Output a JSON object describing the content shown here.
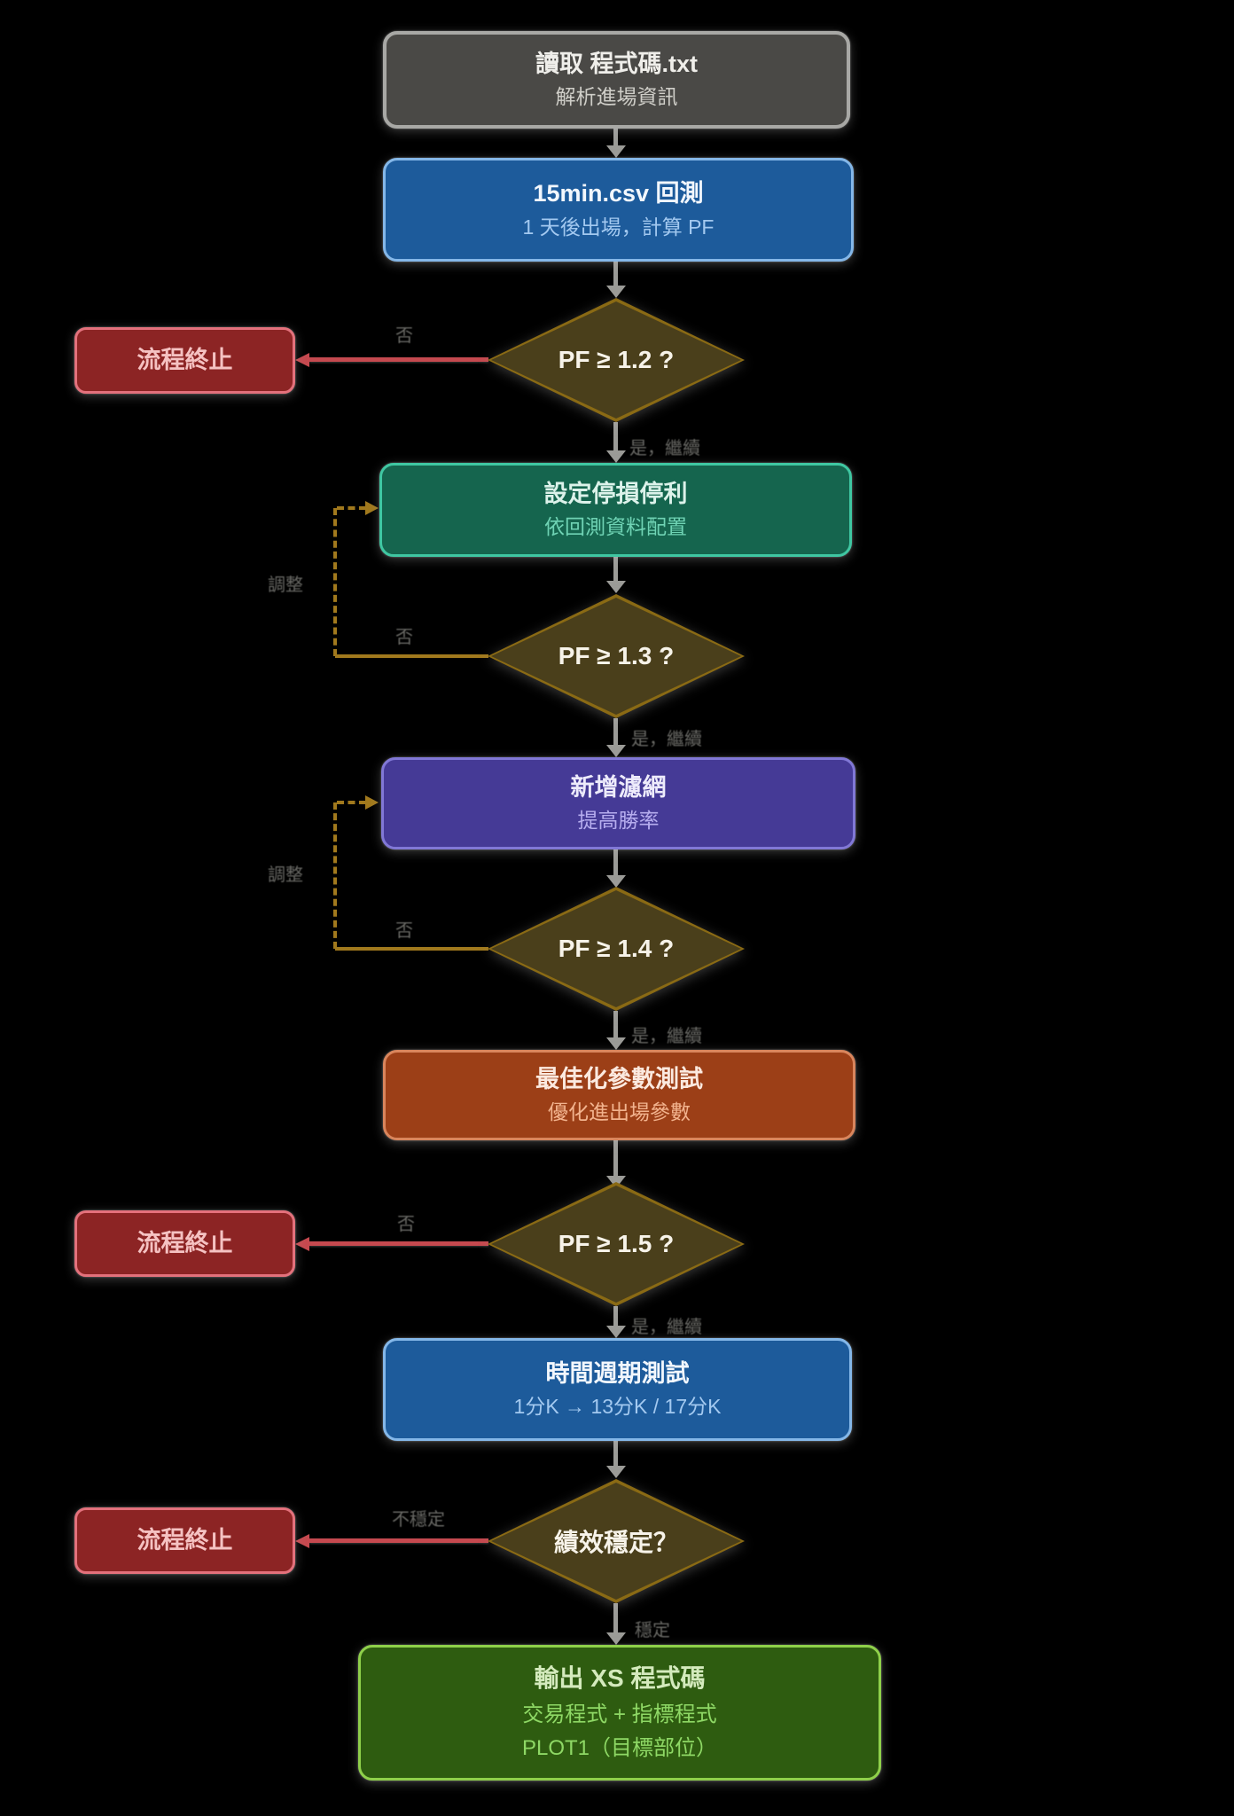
{
  "nodes": {
    "read": {
      "title": "讀取 程式碼.txt",
      "subtitle": "解析進場資訊"
    },
    "backtest": {
      "title": "15min.csv 回測",
      "subtitle": "1 天後出場，計算 PF"
    },
    "pf12": {
      "label": "PF ≥ 1.2 ?"
    },
    "stop1": {
      "label": "流程終止"
    },
    "sltp": {
      "title": "設定停損停利",
      "subtitle": "依回測資料配置"
    },
    "pf13": {
      "label": "PF ≥ 1.3 ?"
    },
    "filter": {
      "title": "新增濾網",
      "subtitle": "提高勝率"
    },
    "pf14": {
      "label": "PF ≥ 1.4 ?"
    },
    "optimize": {
      "title": "最佳化參數測試",
      "subtitle": "優化進出場參數"
    },
    "pf15": {
      "label": "PF ≥ 1.5 ?"
    },
    "stop2": {
      "label": "流程終止"
    },
    "timeframe": {
      "title": "時間週期測試",
      "subtitle": "1分K → 13分K / 17分K"
    },
    "stable": {
      "label": "績效穩定？"
    },
    "stop3": {
      "label": "流程終止"
    },
    "output": {
      "title": "輸出 XS 程式碼",
      "subtitle": "交易程式 + 指標程式",
      "subtitle2": "PLOT1（目標部位）"
    }
  },
  "edge_labels": {
    "no1": "否",
    "yes1": "是，繼續",
    "adjust1": "調整",
    "no2": "否",
    "yes2": "是，繼續",
    "adjust2": "調整",
    "no3": "否",
    "yes3": "是，繼續",
    "no4": "否",
    "yes4": "是，繼續",
    "no5": "不穩定",
    "yes5": "穩定"
  },
  "colors": {
    "background": "#000000",
    "gray_box": "#4a4946",
    "blue_box": "#1d5b9b",
    "teal_box": "#15654e",
    "purple_box": "#453a96",
    "orange_box": "#9c3f17",
    "red_box": "#8c2424",
    "dark_green_box": "#2e5c10",
    "diamond_fill": "#4a3f1b",
    "diamond_border": "#8a6a14",
    "gray_connector": "#9b9b97",
    "red_connector": "#c5494f",
    "gold_connector": "#a1791d"
  }
}
